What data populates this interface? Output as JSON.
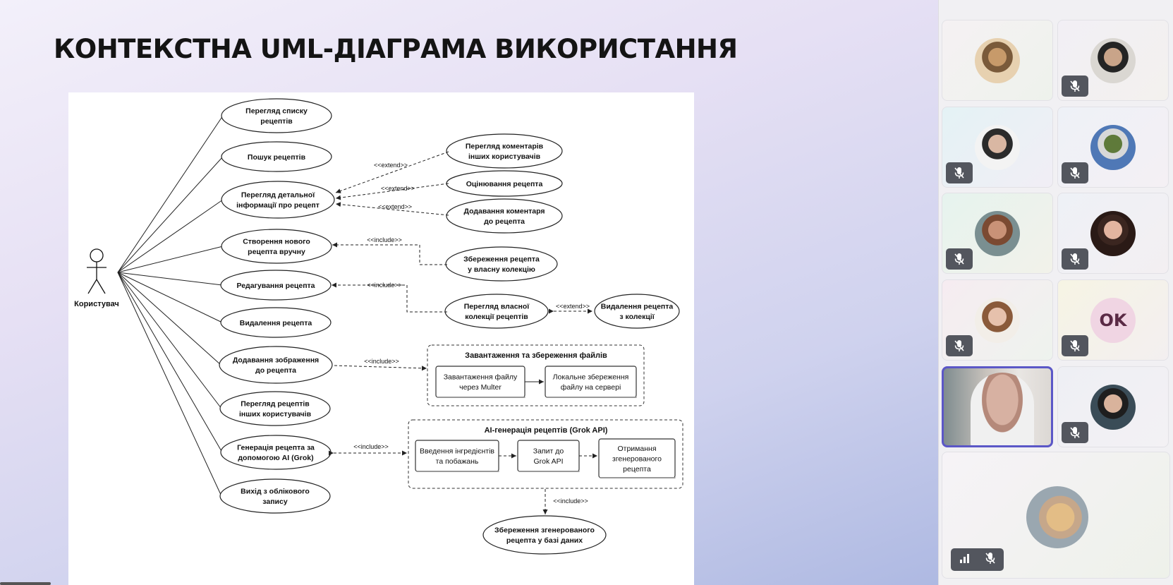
{
  "slide": {
    "title": "КОНТЕКСТНА UML-ДІАГРАМА ВИКОРИСТАННЯ"
  },
  "diagram": {
    "actor": "Користувач",
    "use_cases": {
      "view_list": [
        "Перегляд списку",
        "рецептів"
      ],
      "search": [
        "Пошук рецептів"
      ],
      "view_detail": [
        "Перегляд детальної",
        "інформації про рецепт"
      ],
      "create": [
        "Створення нового",
        "рецепта вручну"
      ],
      "edit": [
        "Редагування рецепта"
      ],
      "delete": [
        "Видалення рецепта"
      ],
      "add_image": [
        "Додавання зображення",
        "до рецепта"
      ],
      "view_others": [
        "Перегляд рецептів",
        "інших користувачів"
      ],
      "ai_generate": [
        "Генерація рецепта за",
        "допомогою AI (Grok)"
      ],
      "logout": [
        "Вихід з облікового",
        "запису"
      ],
      "view_comments": [
        "Перегляд коментарів",
        "інших користувачів"
      ],
      "rate": [
        "Оцінювання рецепта"
      ],
      "add_comment": [
        "Додавання коментаря",
        "до рецепта"
      ],
      "save_to_collection": [
        "Збереження рецепта",
        "у власну колекцію"
      ],
      "view_collection": [
        "Перегляд власної",
        "колекції рецептів"
      ],
      "delete_from_collection": [
        "Видалення рецепта",
        "з колекції"
      ],
      "save_generated": [
        "Збереження згенерованого",
        "рецепта у базі даних"
      ]
    },
    "file_group": {
      "title": "Завантаження та збереження файлів",
      "steps": [
        [
          "Завантаження файлу",
          "через Multer"
        ],
        [
          "Локальне збереження",
          "файлу на сервері"
        ]
      ]
    },
    "ai_group": {
      "title": "AI-генерація рецептів (Grok API)",
      "steps": [
        [
          "Введення інгредієнтів",
          "та побажань"
        ],
        [
          "Запит до",
          "Grok API"
        ],
        [
          "Отримання",
          "згенерованого",
          "рецепта"
        ]
      ]
    },
    "labels": {
      "extend": "<<extend>>",
      "include": "<<include>>"
    }
  },
  "participants": [
    {
      "kind": "photo",
      "muted": false,
      "palette": [
        "#e7d1b0",
        "#c79a6a",
        "#7a5a3a"
      ]
    },
    {
      "kind": "photo",
      "muted": true,
      "palette": [
        "#dad7d2",
        "#c9a489",
        "#242424"
      ]
    },
    {
      "kind": "photo",
      "muted": true,
      "palette": [
        "#f3f3f3",
        "#d9b7a3",
        "#2b2b2b"
      ]
    },
    {
      "kind": "photo",
      "muted": true,
      "palette": [
        "#4f78b6",
        "#5f7a3a",
        "#d8d8d8"
      ]
    },
    {
      "kind": "photo",
      "muted": true,
      "palette": [
        "#7a8f91",
        "#c99277",
        "#7b4a32"
      ]
    },
    {
      "kind": "photo",
      "muted": true,
      "palette": [
        "#2a1a16",
        "#e3b5a0",
        "#3b2620"
      ]
    },
    {
      "kind": "photo",
      "muted": true,
      "palette": [
        "#f2eee8",
        "#e6c1ac",
        "#8a5a3a"
      ]
    },
    {
      "kind": "initials",
      "muted": true,
      "initials": "OK"
    },
    {
      "kind": "active-video",
      "muted": false,
      "palette": [
        "#cfc9c6",
        "#d7b1a2",
        "#f0f0f0"
      ]
    },
    {
      "kind": "photo",
      "muted": true,
      "palette": [
        "#3a4c57",
        "#d9b39c",
        "#1e1e1e"
      ]
    },
    {
      "kind": "photo",
      "muted": true,
      "palette": [
        "#9aa7b0",
        "#e3bd86",
        "#c6a78a"
      ]
    }
  ],
  "colors": {
    "active_border": "#5b57c7",
    "mic_badge": "#53565e"
  }
}
